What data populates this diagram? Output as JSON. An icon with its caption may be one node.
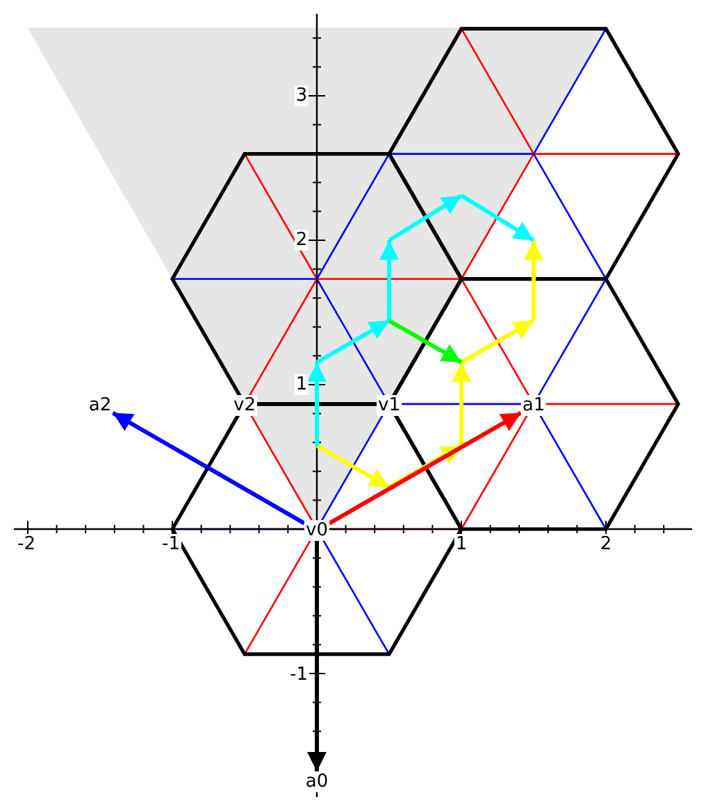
{
  "diagram": {
    "nodes": [
      {
        "text": [
          "a2"
        ]
      },
      {
        "text": [
          "v2"
        ]
      },
      {
        "text": [
          "v1"
        ]
      },
      {
        "text": [
          "a1"
        ]
      },
      {
        "text": [
          "v0"
        ]
      },
      {
        "text": [
          "a0"
        ]
      }
    ],
    "edges": [
      {
        "from": 4,
        "to": 5,
        "arrow": "to",
        "color": "#000000"
      },
      {
        "from": 4,
        "to": 3,
        "arrow": "to",
        "color": "#ff0000"
      },
      {
        "from": 4,
        "to": 0,
        "arrow": "to",
        "color": "#0000ff"
      }
    ],
    "labels": [
      "3",
      "2",
      "1",
      "-2",
      "-1",
      "1",
      "2",
      "-1"
    ]
  }
}
